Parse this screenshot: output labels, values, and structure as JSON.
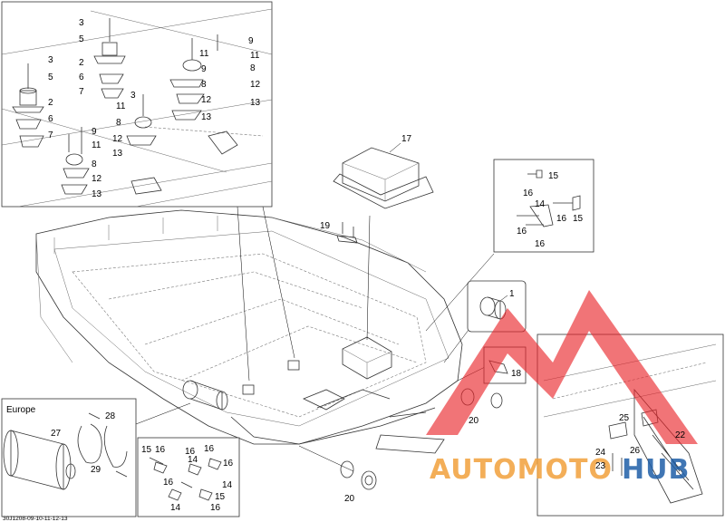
{
  "document_id": "30J1208-09-10-11-12-13",
  "europe_label": "Europe",
  "watermark": {
    "text_orange": "AUTOMOTO",
    "text_blue": "HUB",
    "color_orange": "#f2a13c",
    "color_blue": "#1f5fa8",
    "color_red": "#e9262b"
  },
  "callouts": [
    {
      "id": "c1",
      "text": "3"
    },
    {
      "id": "c2",
      "text": "5"
    },
    {
      "id": "c3",
      "text": "2"
    },
    {
      "id": "c4",
      "text": "6"
    },
    {
      "id": "c5",
      "text": "7"
    },
    {
      "id": "c6",
      "text": "3"
    },
    {
      "id": "c7",
      "text": "5"
    },
    {
      "id": "c8",
      "text": "2"
    },
    {
      "id": "c9",
      "text": "6"
    },
    {
      "id": "c10",
      "text": "7"
    },
    {
      "id": "c11",
      "text": "9"
    },
    {
      "id": "c12",
      "text": "11"
    },
    {
      "id": "c13",
      "text": "8"
    },
    {
      "id": "c14",
      "text": "12"
    },
    {
      "id": "c15",
      "text": "13"
    },
    {
      "id": "c16",
      "text": "9"
    },
    {
      "id": "c17",
      "text": "11"
    },
    {
      "id": "c18",
      "text": "8"
    },
    {
      "id": "c19",
      "text": "12"
    },
    {
      "id": "c20",
      "text": "13"
    },
    {
      "id": "c21",
      "text": "3"
    },
    {
      "id": "c22",
      "text": "11"
    },
    {
      "id": "c23",
      "text": "8"
    },
    {
      "id": "c24",
      "text": "12"
    },
    {
      "id": "c25",
      "text": "13"
    },
    {
      "id": "c26",
      "text": "9"
    },
    {
      "id": "c27",
      "text": "11"
    },
    {
      "id": "c28",
      "text": "8"
    },
    {
      "id": "c29",
      "text": "12"
    },
    {
      "id": "c30",
      "text": "13"
    },
    {
      "id": "c31",
      "text": "17"
    },
    {
      "id": "c32",
      "text": "19"
    },
    {
      "id": "c33",
      "text": "15"
    },
    {
      "id": "c34",
      "text": "16"
    },
    {
      "id": "c35",
      "text": "14"
    },
    {
      "id": "c36",
      "text": "16"
    },
    {
      "id": "c37",
      "text": "15"
    },
    {
      "id": "c38",
      "text": "16"
    },
    {
      "id": "c39",
      "text": "16"
    },
    {
      "id": "c40",
      "text": "1"
    },
    {
      "id": "c41",
      "text": "18"
    },
    {
      "id": "c42",
      "text": "20"
    },
    {
      "id": "c43",
      "text": "20"
    },
    {
      "id": "c44",
      "text": "27"
    },
    {
      "id": "c45",
      "text": "28"
    },
    {
      "id": "c46",
      "text": "29"
    },
    {
      "id": "c47",
      "text": "15"
    },
    {
      "id": "c48",
      "text": "16"
    },
    {
      "id": "c49",
      "text": "16"
    },
    {
      "id": "c50",
      "text": "16"
    },
    {
      "id": "c51",
      "text": "14"
    },
    {
      "id": "c52",
      "text": "16"
    },
    {
      "id": "c53",
      "text": "16"
    },
    {
      "id": "c54",
      "text": "14"
    },
    {
      "id": "c55",
      "text": "15"
    },
    {
      "id": "c56",
      "text": "14"
    },
    {
      "id": "c57",
      "text": "16"
    },
    {
      "id": "c58",
      "text": "25"
    },
    {
      "id": "c59",
      "text": "22"
    },
    {
      "id": "c60",
      "text": "26"
    },
    {
      "id": "c61",
      "text": "24"
    },
    {
      "id": "c62",
      "text": "23"
    }
  ]
}
